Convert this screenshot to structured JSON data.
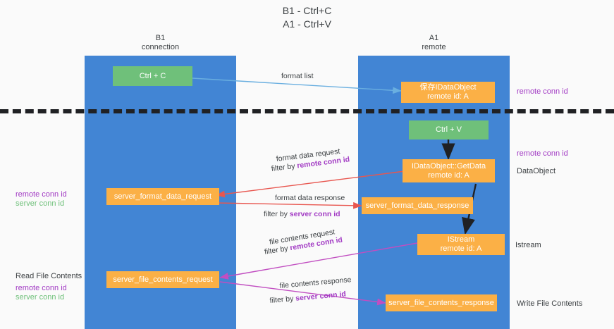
{
  "title": {
    "line1": "B1 - Ctrl+C",
    "line2": "A1 - Ctrl+V"
  },
  "lanes": [
    {
      "name": "B1",
      "sub": "connection"
    },
    {
      "name": "A1",
      "sub": "remote"
    }
  ],
  "nodes": {
    "ctrl_c": {
      "label": "Ctrl + C"
    },
    "ctrl_v": {
      "label": "Ctrl + V"
    },
    "save_idataobject": {
      "label": "保存IDataObject",
      "sub": "remote id: A"
    },
    "getdata": {
      "label": "IDataObject::GetData",
      "sub": "remote id: A"
    },
    "istream": {
      "label": "IStream",
      "sub": "remote id: A"
    },
    "server_format_data_request": {
      "label": "server_format_data_request"
    },
    "server_format_data_response": {
      "label": "server_format_data_response"
    },
    "server_file_contents_request": {
      "label": "server_file_contents_request"
    },
    "server_file_contents_response": {
      "label": "server_file_contents_response"
    }
  },
  "edge_labels": {
    "format_list": "format list",
    "format_data_request": "format data request",
    "format_data_request_filter_pre": "filter by ",
    "format_data_request_filter_id": "remote conn id",
    "format_data_response": "format data response",
    "format_data_response_filter_pre": "filter by ",
    "format_data_response_filter_id": "server conn id",
    "file_contents_request": "file contents request",
    "file_contents_request_filter_pre": "filter by ",
    "file_contents_request_filter_id": "remote conn id",
    "file_contents_response": "file contents response",
    "file_contents_response_filter_pre": "filter by ",
    "file_contents_response_filter_id": "server conn id"
  },
  "annotations": {
    "right_remote_conn_id_top": "remote conn id",
    "right_remote_conn_id_mid": "remote conn id",
    "right_dataobject": "DataObject",
    "right_istream": "Istream",
    "right_write_file_contents": "Write File Contents",
    "left_remote_conn_id": "remote conn id",
    "left_server_conn_id": "server conn id",
    "left_read_file_contents": "Read File Contents",
    "left_remote_conn_id_2": "remote conn id",
    "left_server_conn_id_2": "server conn id"
  },
  "colors": {
    "lane": "#4285d4",
    "green_node": "#6fc07a",
    "orange_node": "#fbb046",
    "purple_text": "#a23bc4",
    "green_text": "#6fc07a",
    "blue_arrow": "#6aafe0",
    "red_arrow": "#e8564f",
    "magenta_arrow": "#c14ec1",
    "black_arrow": "#202124",
    "background": "#fafafa"
  }
}
